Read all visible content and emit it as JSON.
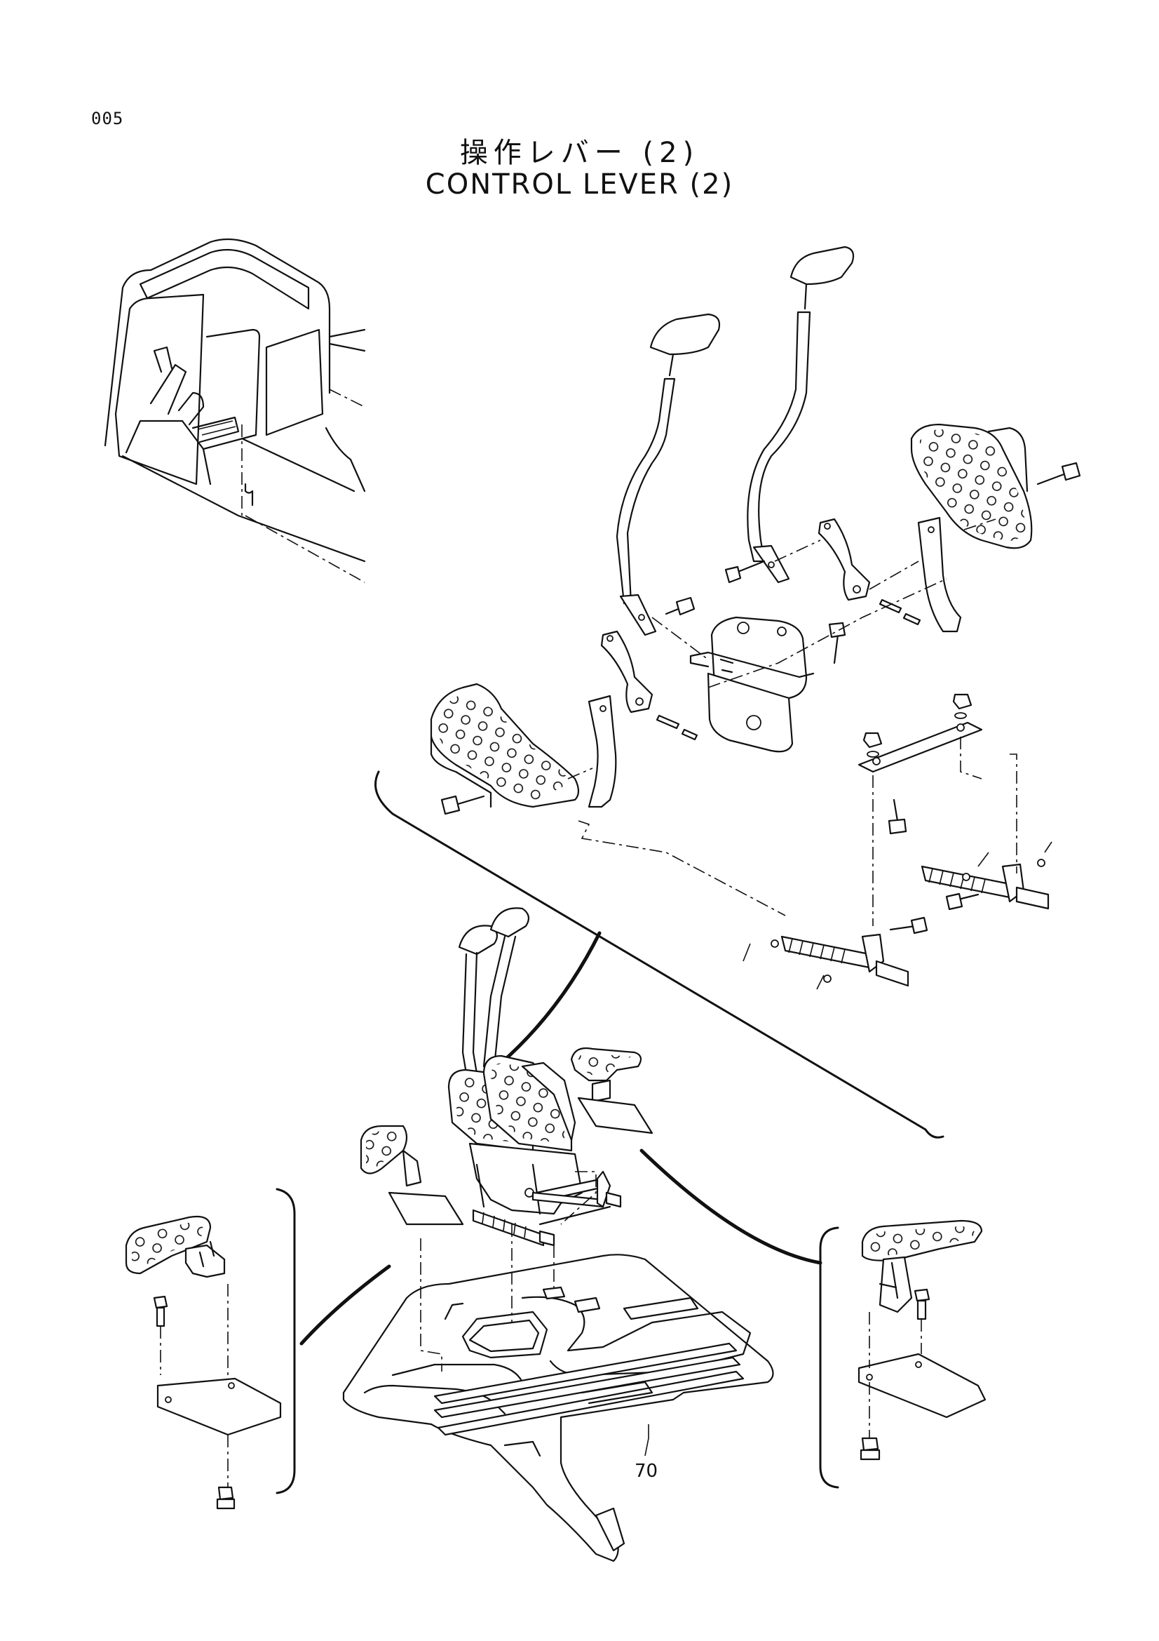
{
  "page": {
    "number": "005",
    "title_jp": "操作レバー (2)",
    "title_en": "CONTROL LEVER (2)"
  },
  "callouts": [
    {
      "label": "70"
    }
  ]
}
